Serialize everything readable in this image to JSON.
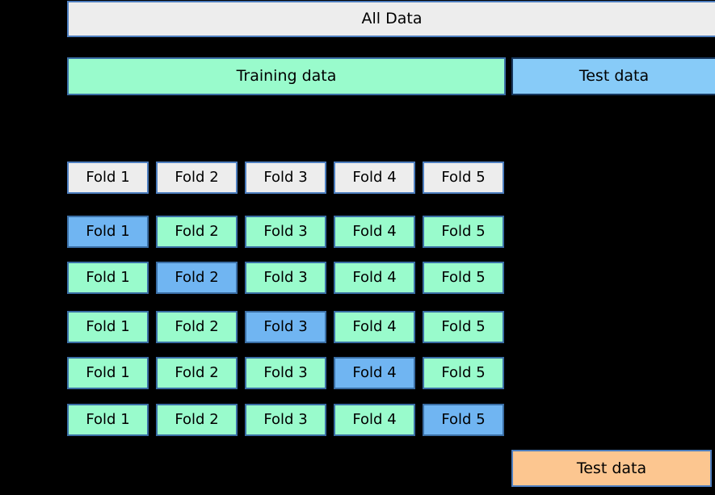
{
  "colors": {
    "background": "#000000",
    "neutral_fill": "#ededed",
    "train_fill": "#99fbcc",
    "test_fold_fill": "#70b5f2",
    "test_bar_fill": "#87cbf8",
    "final_test_fill": "#fcc690",
    "box_border_blue": "#4d7ebf",
    "fold_border_blue": "#3a6ea5",
    "test_bar_border": "#17375e",
    "text_color": "#000000"
  },
  "all_data": {
    "label": "All Data"
  },
  "split_bar": {
    "training_label": "Training data",
    "test_label": "Test data"
  },
  "fold_header": {
    "cells": [
      "Fold 1",
      "Fold 2",
      "Fold 3",
      "Fold 4",
      "Fold 5"
    ]
  },
  "cv_rows": [
    {
      "cells": [
        {
          "label": "Fold 1",
          "state": "test"
        },
        {
          "label": "Fold 2",
          "state": "train"
        },
        {
          "label": "Fold 3",
          "state": "train"
        },
        {
          "label": "Fold 4",
          "state": "train"
        },
        {
          "label": "Fold 5",
          "state": "train"
        }
      ]
    },
    {
      "cells": [
        {
          "label": "Fold 1",
          "state": "train"
        },
        {
          "label": "Fold 2",
          "state": "test"
        },
        {
          "label": "Fold 3",
          "state": "train"
        },
        {
          "label": "Fold 4",
          "state": "train"
        },
        {
          "label": "Fold 5",
          "state": "train"
        }
      ]
    },
    {
      "cells": [
        {
          "label": "Fold 1",
          "state": "train"
        },
        {
          "label": "Fold 2",
          "state": "train"
        },
        {
          "label": "Fold 3",
          "state": "test"
        },
        {
          "label": "Fold 4",
          "state": "train"
        },
        {
          "label": "Fold 5",
          "state": "train"
        }
      ]
    },
    {
      "cells": [
        {
          "label": "Fold 1",
          "state": "train"
        },
        {
          "label": "Fold 2",
          "state": "train"
        },
        {
          "label": "Fold 3",
          "state": "train"
        },
        {
          "label": "Fold 4",
          "state": "test"
        },
        {
          "label": "Fold 5",
          "state": "train"
        }
      ]
    },
    {
      "cells": [
        {
          "label": "Fold 1",
          "state": "train"
        },
        {
          "label": "Fold 2",
          "state": "train"
        },
        {
          "label": "Fold 3",
          "state": "train"
        },
        {
          "label": "Fold 4",
          "state": "train"
        },
        {
          "label": "Fold 5",
          "state": "test"
        }
      ]
    }
  ],
  "final_test": {
    "label": "Test data"
  }
}
